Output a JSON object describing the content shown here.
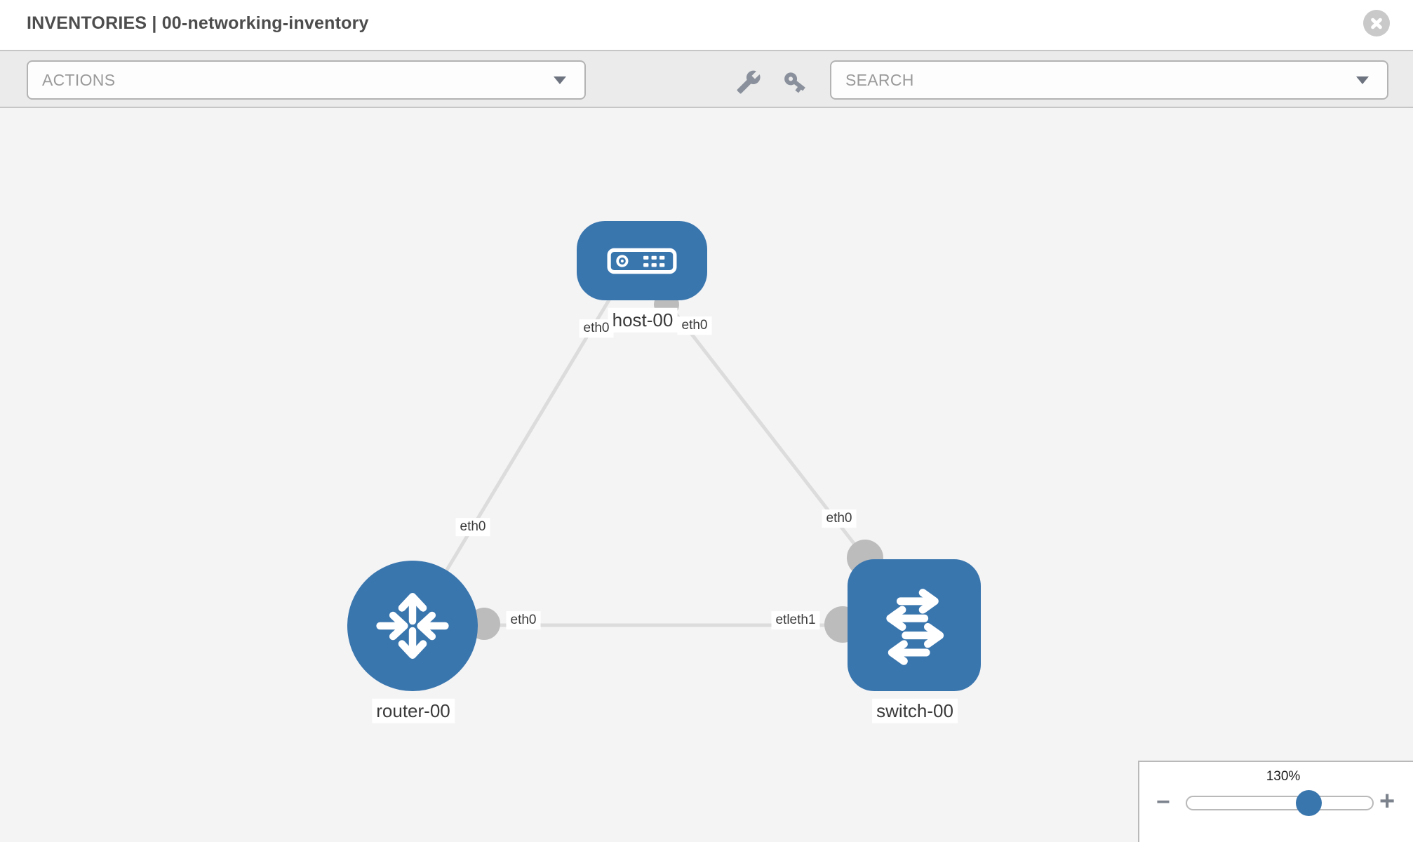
{
  "header": {
    "title": "INVENTORIES | 00-networking-inventory"
  },
  "toolbar": {
    "actions_placeholder": "ACTIONS",
    "search_placeholder": "SEARCH",
    "icons": [
      "wrench-icon",
      "key-icon"
    ]
  },
  "topology": {
    "nodes": [
      {
        "id": "host-00",
        "type": "host",
        "label": "host-00"
      },
      {
        "id": "router-00",
        "type": "router",
        "label": "router-00"
      },
      {
        "id": "switch-00",
        "type": "switch",
        "label": "switch-00"
      }
    ],
    "links": [
      {
        "from": "host-00",
        "from_port": "eth0",
        "to": "router-00",
        "to_port": "eth0"
      },
      {
        "from": "host-00",
        "from_port": "eth0",
        "to": "switch-00",
        "to_port": "eth0"
      },
      {
        "from": "router-00",
        "from_port": "eth0",
        "to": "switch-00",
        "to_port": "eth1"
      }
    ],
    "port_chips": {
      "host_left": "eth0",
      "host_right": "eth0",
      "link_host_router": "eth0",
      "router_right": "eth0",
      "switch_top": "eth0",
      "switch_left": "etleth1"
    }
  },
  "zoom_panel": {
    "level": "130%",
    "minus": "−",
    "plus": "+"
  },
  "colors": {
    "node_blue": "#3a76ae",
    "link_gray": "#dcdcdc",
    "dot_gray": "#bcbcbc"
  }
}
